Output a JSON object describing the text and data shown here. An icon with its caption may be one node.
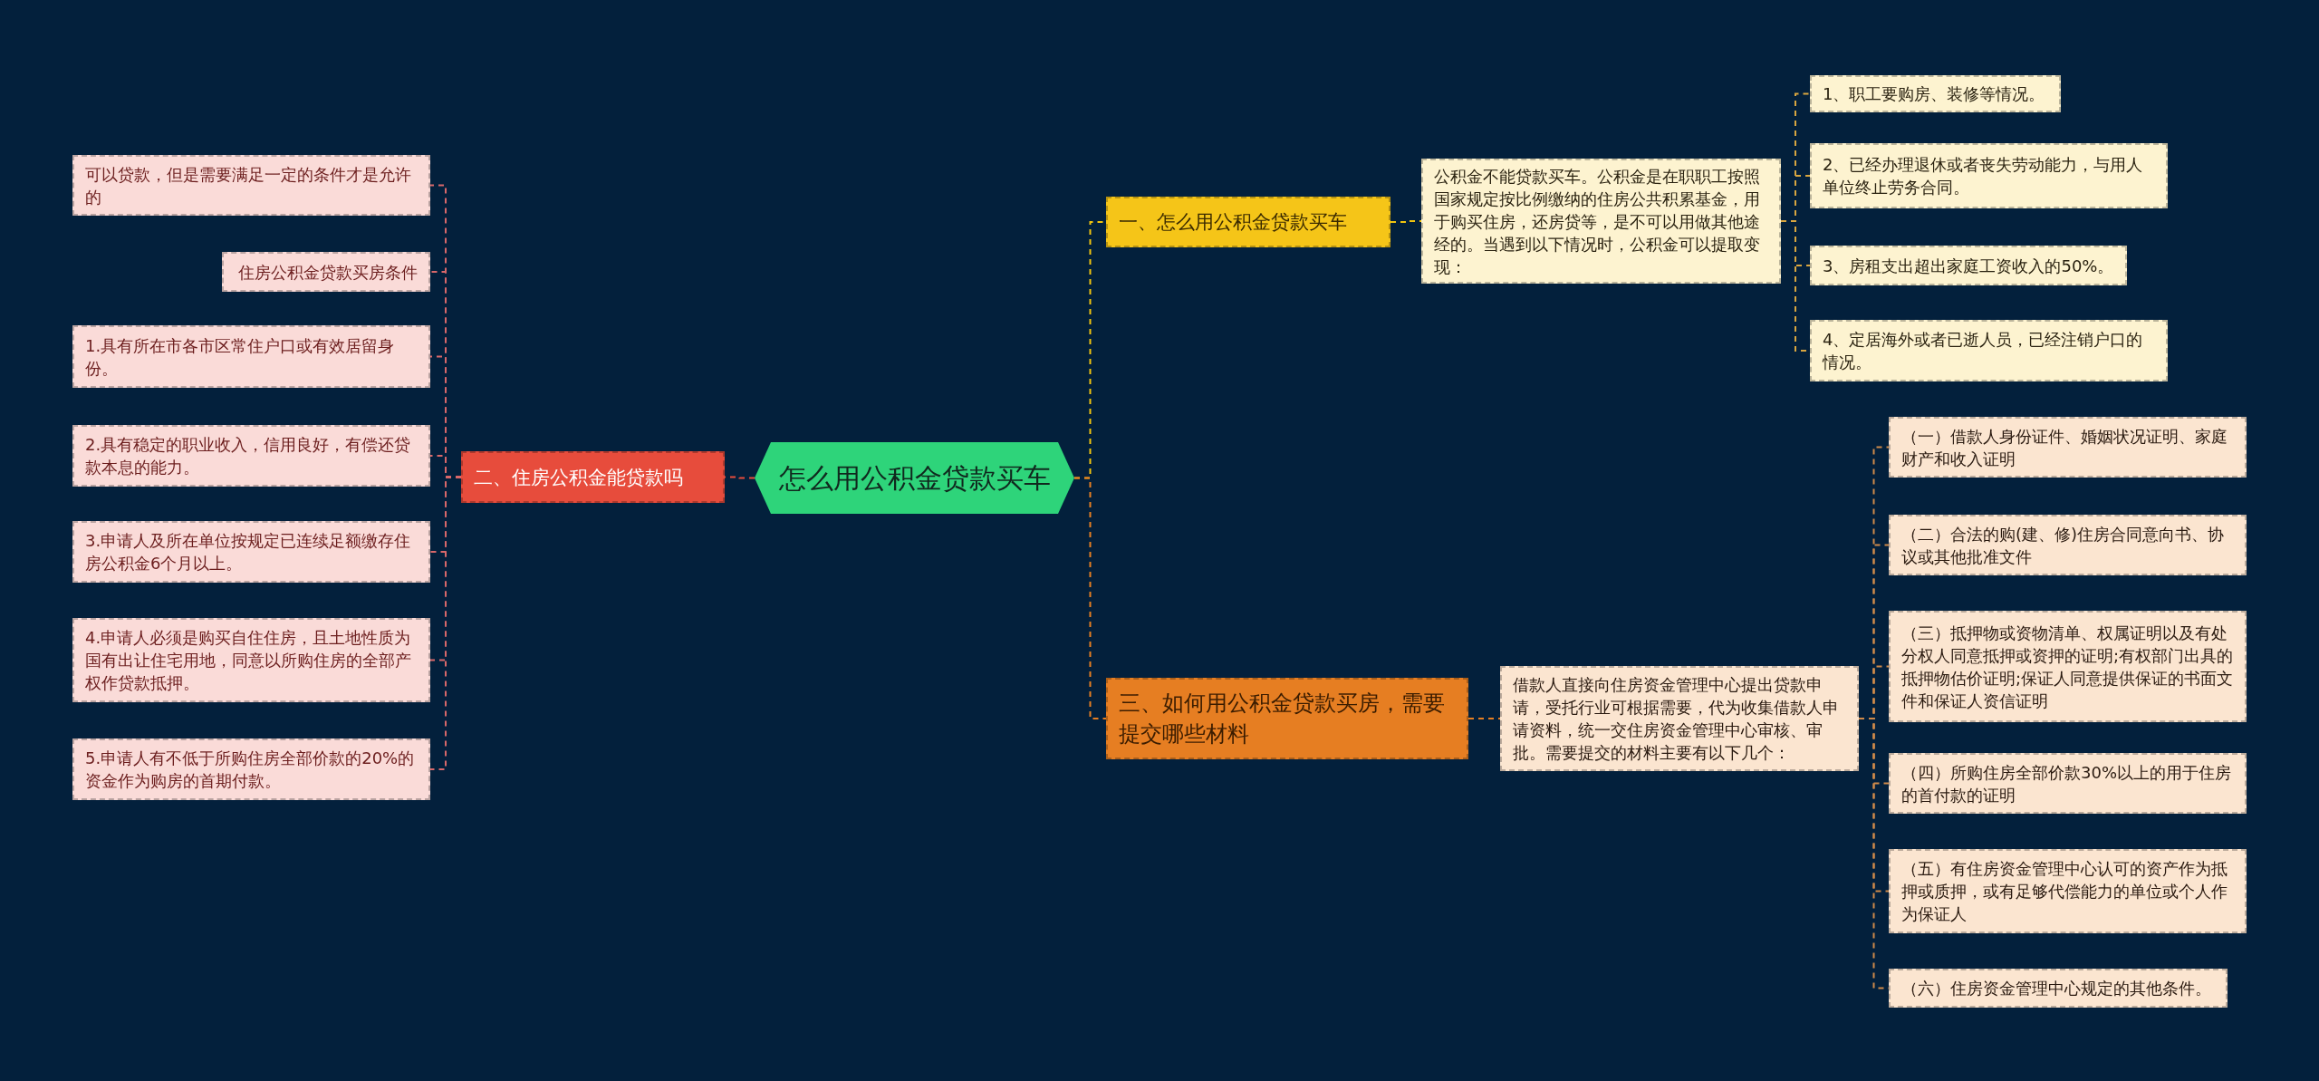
{
  "diagram": {
    "nodes": [
      {
        "text": [
          "怎么用公积金贷款买车"
        ]
      },
      {
        "text": [
          "一、怎么用公积金贷款买车"
        ]
      },
      {
        "text": [
          "公积金不能贷款买车。公积金是在职职工按照国家规定按比例缴纳的住房公共积累基金，用于购买住房，还房贷等，是不可以用做其他途经的。当遇到以下情况时，公积金可以提取变现："
        ]
      },
      {
        "text": [
          "1、职工要购房、装修等情况。"
        ]
      },
      {
        "text": [
          "2、已经办理退休或者丧失劳动能力，与用人单位终止劳务合同。"
        ]
      },
      {
        "text": [
          "3、房租支出超出家庭工资收入的50%。"
        ]
      },
      {
        "text": [
          "4、定居海外或者已逝人员，已经注销户口的情况。"
        ]
      },
      {
        "text": [
          "二、住房公积金能贷款吗"
        ]
      },
      {
        "text": [
          "可以贷款，但是需要满足一定的条件才是允许的"
        ]
      },
      {
        "text": [
          "住房公积金贷款买房条件"
        ]
      },
      {
        "text": [
          "1.具有所在市各市区常住户口或有效居留身份。"
        ]
      },
      {
        "text": [
          "2.具有稳定的职业收入，信用良好，有偿还贷款本息的能力。"
        ]
      },
      {
        "text": [
          "3.申请人及所在单位按规定已连续足额缴存住房公积金6个月以上。"
        ]
      },
      {
        "text": [
          "4.申请人必须是购买自住住房，且土地性质为国有出让住宅用地，同意以所购住房的全部产权作贷款抵押。"
        ]
      },
      {
        "text": [
          "5.申请人有不低于所购住房全部价款的20%的资金作为购房的首期付款。"
        ]
      },
      {
        "text": [
          "三、如何用公积金贷款买房，需要提交哪些材料"
        ]
      },
      {
        "text": [
          "借款人直接向住房资金管理中心提出贷款申请，受托行业可根据需要，代为收集借款人申请资料，统一交住房资金管理中心审核、审批。需要提交的材料主要有以下几个："
        ]
      },
      {
        "text": [
          "（一）借款人身份证件、婚姻状况证明、家庭财产和收入证明"
        ]
      },
      {
        "text": [
          "（二）合法的购(建、修)住房合同意向书、协议或其他批准文件"
        ]
      },
      {
        "text": [
          "（三）抵押物或资物清单、权属证明以及有处分权人同意抵押或资押的证明;有权部门出具的抵押物估价证明;保证人同意提供保证的书面文件和保证人资信证明"
        ]
      },
      {
        "text": [
          "（四）所购住房全部价款30%以上的用于住房的首付款的证明"
        ]
      },
      {
        "text": [
          "（五）有住房资金管理中心认可的资产作为抵押或质押，或有足够代偿能力的单位或个人作为保证人"
        ]
      },
      {
        "text": [
          "（六）住房资金管理中心规定的其他条件。"
        ]
      }
    ],
    "edges": [
      {
        "from": 0,
        "to": 1,
        "arrow": "none",
        "color": "#f1c40f"
      },
      {
        "from": 1,
        "to": 2,
        "arrow": "none",
        "color": "#f1c40f"
      },
      {
        "from": 2,
        "to": 3,
        "arrow": "none",
        "color": "#d9a640"
      },
      {
        "from": 2,
        "to": 4,
        "arrow": "none",
        "color": "#d9a640"
      },
      {
        "from": 2,
        "to": 5,
        "arrow": "none",
        "color": "#d9a640"
      },
      {
        "from": 2,
        "to": 6,
        "arrow": "none",
        "color": "#d9a640"
      },
      {
        "from": 0,
        "to": 7,
        "arrow": "none",
        "color": "#e74c3c"
      },
      {
        "from": 7,
        "to": 8,
        "arrow": "none",
        "color": "#d9686a"
      },
      {
        "from": 7,
        "to": 9,
        "arrow": "none",
        "color": "#d9686a"
      },
      {
        "from": 7,
        "to": 10,
        "arrow": "none",
        "color": "#d9686a"
      },
      {
        "from": 7,
        "to": 11,
        "arrow": "none",
        "color": "#d9686a"
      },
      {
        "from": 7,
        "to": 12,
        "arrow": "none",
        "color": "#d9686a"
      },
      {
        "from": 7,
        "to": 13,
        "arrow": "none",
        "color": "#d9686a"
      },
      {
        "from": 7,
        "to": 14,
        "arrow": "none",
        "color": "#d9686a"
      },
      {
        "from": 0,
        "to": 15,
        "arrow": "none",
        "color": "#e67e22"
      },
      {
        "from": 15,
        "to": 16,
        "arrow": "none",
        "color": "#e67e22"
      },
      {
        "from": 16,
        "to": 17,
        "arrow": "none",
        "color": "#d08a4a"
      },
      {
        "from": 16,
        "to": 18,
        "arrow": "none",
        "color": "#d08a4a"
      },
      {
        "from": 16,
        "to": 19,
        "arrow": "none",
        "color": "#d08a4a"
      },
      {
        "from": 16,
        "to": 20,
        "arrow": "none",
        "color": "#d08a4a"
      },
      {
        "from": 16,
        "to": 21,
        "arrow": "none",
        "color": "#d08a4a"
      },
      {
        "from": 16,
        "to": 22,
        "arrow": "none",
        "color": "#d08a4a"
      }
    ]
  }
}
